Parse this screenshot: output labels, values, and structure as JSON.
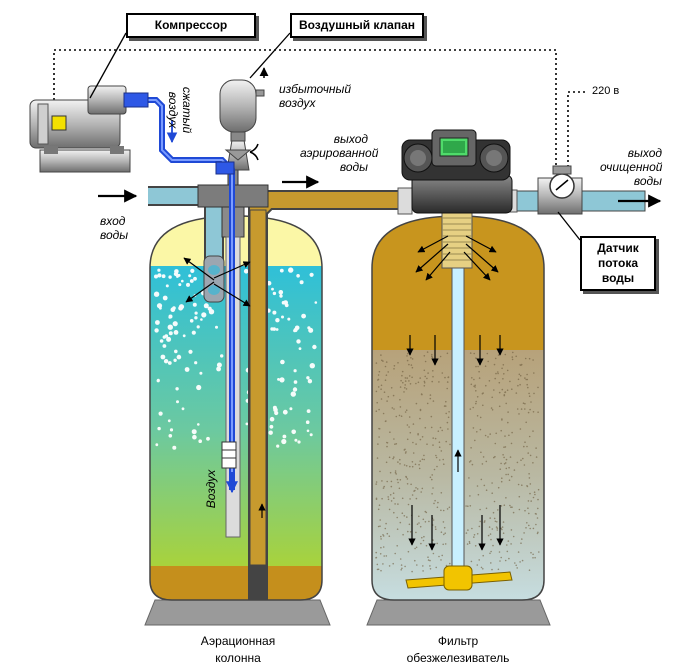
{
  "labels": {
    "compressor": "Компрессор",
    "air_valve": "Воздушный клапан",
    "excess_air_1": "избыточный",
    "excess_air_2": "воздух",
    "compressed_air_1": "сжатый",
    "compressed_air_2": "воздух",
    "aerated_out_1": "выход",
    "aerated_out_2": "аэрированной",
    "aerated_out_3": "воды",
    "water_in_1": "вход",
    "water_in_2": "воды",
    "voltage": "220 в",
    "clean_out_1": "выход",
    "clean_out_2": "очищенной",
    "clean_out_3": "воды",
    "flow_sensor_1": "Датчик",
    "flow_sensor_2": "потока",
    "flow_sensor_3": "воды",
    "air": "Воздух",
    "aeration_column_1": "Аэрационная",
    "aeration_column_2": "колонна",
    "iron_filter_1": "Фильтр",
    "iron_filter_2": "обезжелезиватель"
  },
  "colors": {
    "pipe_brown": "#c79a2e",
    "pipe_blue": "#90c8d8",
    "air_line": "#1f49d6",
    "tank_fill_top": "#fbf7a6",
    "tank_water_top": "#35c2d4",
    "tank_water_bottom": "#9fd04c",
    "tank_sediment": "#c6901a",
    "filter_fill": "#c8951e",
    "filter_media": "#b7c7b8",
    "base_grey": "#9a9a9a"
  }
}
